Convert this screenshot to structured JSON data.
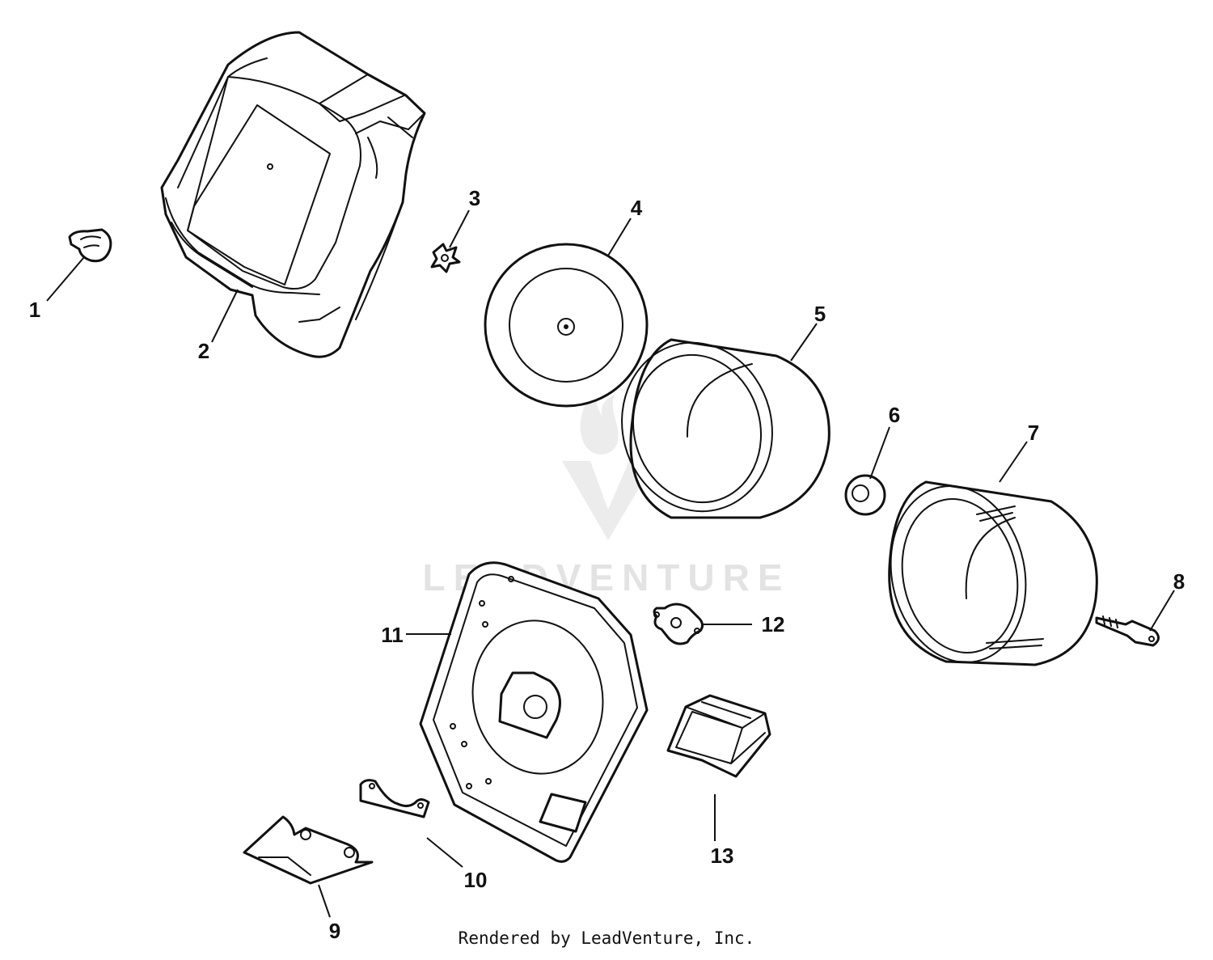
{
  "watermark": {
    "text": "LEADVENTURE"
  },
  "footer": {
    "text": "Rendered by LeadVenture, Inc."
  },
  "callouts": {
    "c1": "1",
    "c2": "2",
    "c3": "3",
    "c4": "4",
    "c5": "5",
    "c6": "6",
    "c7": "7",
    "c8": "8",
    "c9": "9",
    "c10": "10",
    "c11": "11",
    "c12": "12",
    "c13": "13"
  }
}
